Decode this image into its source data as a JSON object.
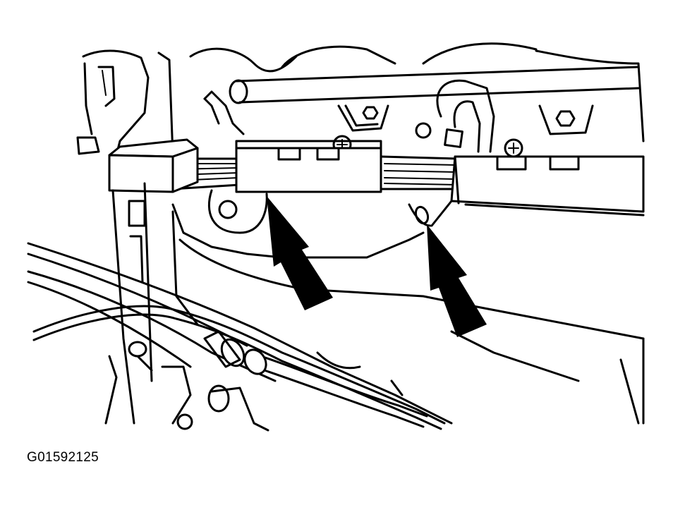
{
  "figure_id": "G01592125",
  "colors": {
    "line": "#000000",
    "background": "#ffffff"
  },
  "arrows": [
    {
      "name": "left-callout-arrow"
    },
    {
      "name": "right-callout-arrow"
    }
  ]
}
